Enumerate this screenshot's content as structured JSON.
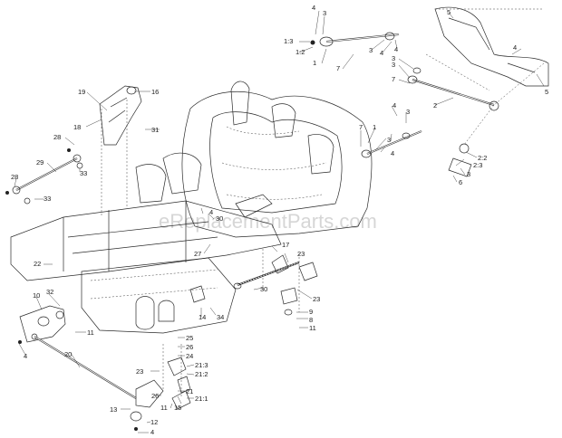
{
  "watermark": "eReplacementParts.com",
  "callouts": [
    {
      "text": "4"
    },
    {
      "text": "3"
    },
    {
      "text": "5"
    },
    {
      "text": "1:3"
    },
    {
      "text": "1:2"
    },
    {
      "text": "1"
    },
    {
      "text": "7"
    },
    {
      "text": "3"
    },
    {
      "text": "4"
    },
    {
      "text": "4"
    },
    {
      "text": "3"
    },
    {
      "text": "4"
    },
    {
      "text": "5"
    },
    {
      "text": "3"
    },
    {
      "text": "7"
    },
    {
      "text": "2"
    },
    {
      "text": "4"
    },
    {
      "text": "3"
    },
    {
      "text": "7"
    },
    {
      "text": "1"
    },
    {
      "text": "3"
    },
    {
      "text": "4"
    },
    {
      "text": "2:2"
    },
    {
      "text": "2:3"
    },
    {
      "text": "3"
    },
    {
      "text": "6"
    },
    {
      "text": "19"
    },
    {
      "text": "16"
    },
    {
      "text": "18"
    },
    {
      "text": "31"
    },
    {
      "text": "28"
    },
    {
      "text": "29"
    },
    {
      "text": "33"
    },
    {
      "text": "28"
    },
    {
      "text": "33"
    },
    {
      "text": "4"
    },
    {
      "text": "30"
    },
    {
      "text": "27"
    },
    {
      "text": "17"
    },
    {
      "text": "23"
    },
    {
      "text": "22"
    },
    {
      "text": "30"
    },
    {
      "text": "23"
    },
    {
      "text": "10"
    },
    {
      "text": "32"
    },
    {
      "text": "9"
    },
    {
      "text": "8"
    },
    {
      "text": "14"
    },
    {
      "text": "34"
    },
    {
      "text": "11"
    },
    {
      "text": "11"
    },
    {
      "text": "4"
    },
    {
      "text": "20"
    },
    {
      "text": "25"
    },
    {
      "text": "26"
    },
    {
      "text": "24"
    },
    {
      "text": "21:3"
    },
    {
      "text": "23"
    },
    {
      "text": "21:2"
    },
    {
      "text": "26"
    },
    {
      "text": "21"
    },
    {
      "text": "11"
    },
    {
      "text": "15"
    },
    {
      "text": "21:1"
    },
    {
      "text": "13"
    },
    {
      "text": "12"
    },
    {
      "text": "4"
    }
  ]
}
